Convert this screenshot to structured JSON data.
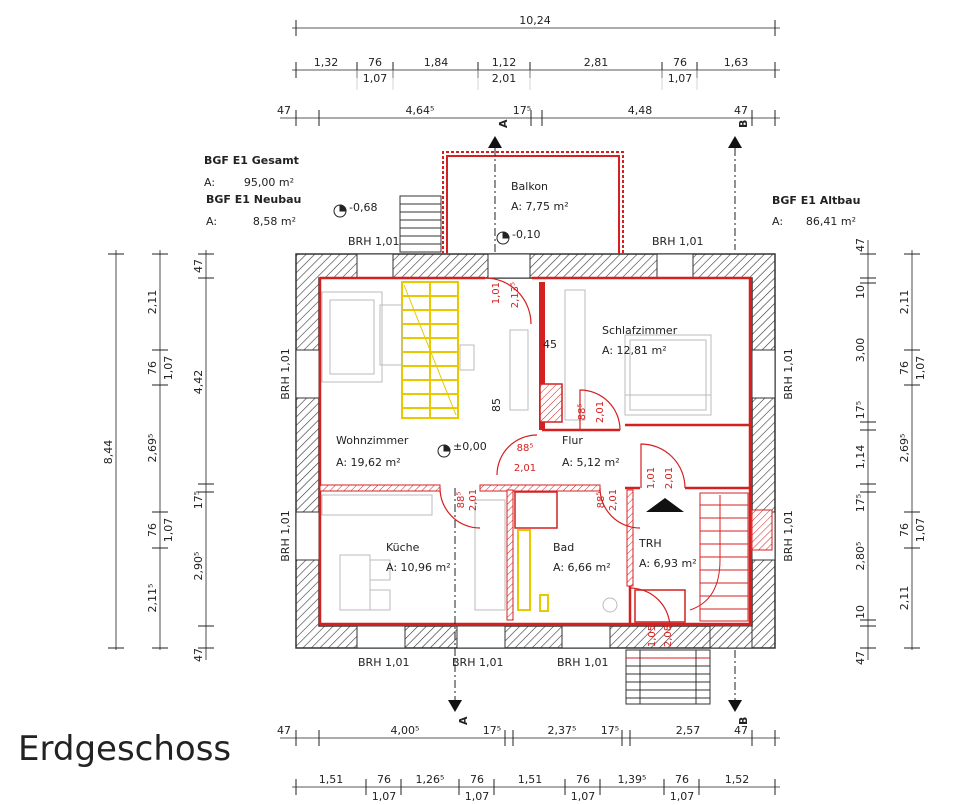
{
  "title": "Erdgeschoss",
  "areas": {
    "gesamt": {
      "heading": "BGF E1 Gesamt",
      "prefix": "A:",
      "value": "95,00 m²"
    },
    "neubau": {
      "heading": "BGF E1 Neubau",
      "prefix": "A:",
      "value": "8,58 m²"
    },
    "altbau": {
      "heading": "BGF E1 Altbau",
      "prefix": "A:",
      "value": "86,41 m²"
    }
  },
  "rooms": {
    "balkon": {
      "name": "Balkon",
      "area": "A: 7,75 m²"
    },
    "schlafzimmer": {
      "name": "Schlafzimmer",
      "area": "A:   12,81 m²"
    },
    "wohnzimmer": {
      "name": "Wohnzimmer",
      "area": "A:   19,62 m²"
    },
    "flur": {
      "name": "Flur",
      "area": "A: 5,12 m²"
    },
    "kueche": {
      "name": "Küche",
      "area": "A: 10,96 m²"
    },
    "bad": {
      "name": "Bad",
      "area": "A: 6,66 m²"
    },
    "trh": {
      "name": "TRH",
      "area": "A: 6,93 m²"
    }
  },
  "levels": {
    "l1": "-0,68",
    "l2": "-0,10",
    "l3": "±0,00"
  },
  "brh": "BRH 1,01",
  "section_marks": {
    "a": "A",
    "b": "B"
  },
  "top_dims": {
    "total": "10,24",
    "row2": [
      "1,32",
      "76",
      "1,84",
      "1,12",
      "2,81",
      "76",
      "1,63"
    ],
    "row2_sub": [
      "1,07",
      "2,01",
      "1,07"
    ],
    "row3": [
      "47",
      "4,64⁵",
      "17⁵",
      "4,48",
      "47"
    ]
  },
  "bottom_dims": {
    "row1": [
      "47",
      "4,00⁵",
      "17⁵",
      "2,37⁵",
      "17⁵",
      "2,57",
      "47"
    ],
    "row2": [
      "1,51",
      "76",
      "1,26⁵",
      "76",
      "1,51",
      "76",
      "1,39⁵",
      "76",
      "1,52"
    ],
    "row2_sub": [
      "1,07",
      "1,07",
      "1,07",
      "1,07"
    ]
  },
  "left_dims": {
    "total": "8,44",
    "col_a": [
      "2,11",
      "76",
      "2,69⁵",
      "76",
      "2,11⁵"
    ],
    "col_a_sub": [
      "1,07",
      "1,07"
    ],
    "col_b": [
      "47",
      "4,42",
      "17⁵",
      "2,90⁵",
      "47"
    ]
  },
  "right_dims": {
    "col_a": [
      "47",
      "10",
      "3,00",
      "17⁵",
      "1,14",
      "17⁵",
      "2,80⁵",
      "10",
      "47"
    ],
    "col_b": [
      "2,11",
      "76",
      "2,69⁵",
      "76",
      "2,11"
    ],
    "col_b_sub": [
      "1,07",
      "1,07"
    ]
  },
  "door_marks": {
    "d1a": "1,01",
    "d1b": "2,13⁵",
    "d2": "45",
    "d3": "85",
    "d4a": "88⁵",
    "d4b": "2,01",
    "d5a": "88⁵",
    "d5b": "2,01",
    "d6a": "1,01",
    "d6b": "2,01",
    "d7a": "88⁵",
    "d7b": "2,01",
    "d8a": "88⁵",
    "d8b": "2,01",
    "d9a": "1,05",
    "d9b": "2,08"
  }
}
